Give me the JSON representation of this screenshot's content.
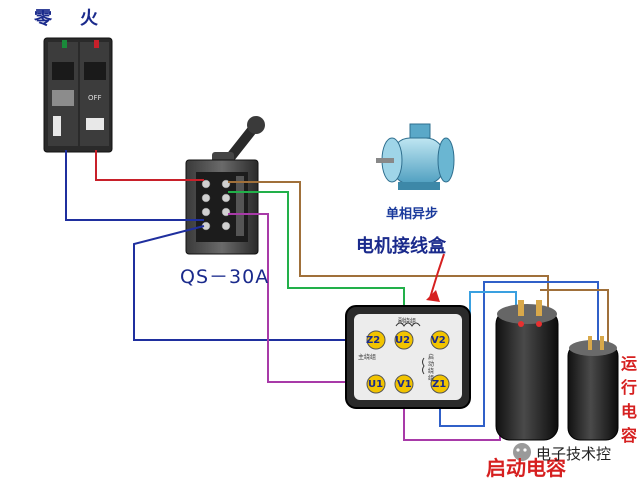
{
  "labels": {
    "neutral": "零",
    "live": "火",
    "switch_model": "QS－30A",
    "motor_type": "单相异步",
    "junction_box": "电机接线盒",
    "run_capacitor": "运行电容",
    "start_capacitor": "启动电容",
    "watermark": "电子技术控"
  },
  "terminals": {
    "z2": "Z2",
    "u2": "U2",
    "v2": "V2",
    "u1": "U1",
    "v1": "V1",
    "z1": "Z1"
  },
  "breaker_text": {
    "off": "OFF"
  },
  "box_small_text": {
    "main_winding": "主绕组",
    "aux_winding": "副绕组",
    "start_winding": "启动绕组"
  },
  "colors": {
    "neutral_wire": "#1f2f9e",
    "live_wire": "#c8202a",
    "green_wire": "#22b04a",
    "brown_wire": "#a0703a",
    "purple_wire": "#a83aa8",
    "label_blue": "#1a2a8c",
    "label_red": "#d62020"
  }
}
